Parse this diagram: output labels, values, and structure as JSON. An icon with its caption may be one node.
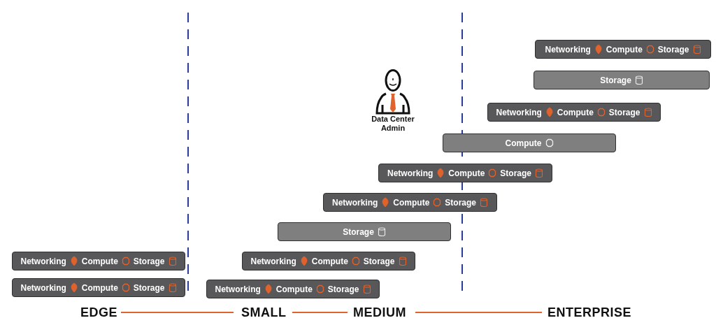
{
  "diagram": {
    "nodes": [
      {
        "text": [
          "Networking",
          "Compute",
          "Storage"
        ]
      },
      {
        "text": [
          "Storage"
        ]
      },
      {
        "text": [
          "Data Center Admin"
        ]
      },
      {
        "text": [
          "Networking",
          "Compute",
          "Storage"
        ]
      },
      {
        "text": [
          "Compute"
        ]
      },
      {
        "text": [
          "Networking",
          "Compute",
          "Storage"
        ]
      },
      {
        "text": [
          "Networking",
          "Compute",
          "Storage"
        ]
      },
      {
        "text": [
          "Storage"
        ]
      },
      {
        "text": [
          "Networking",
          "Compute",
          "Storage"
        ]
      },
      {
        "text": [
          "Networking",
          "Compute",
          "Storage"
        ]
      },
      {
        "text": [
          "Networking",
          "Compute",
          "Storage"
        ]
      },
      {
        "text": [
          "Networking",
          "Compute",
          "Storage"
        ]
      }
    ],
    "labels": [
      "EDGE",
      "SMALL",
      "MEDIUM",
      "ENTERPRISE"
    ]
  }
}
